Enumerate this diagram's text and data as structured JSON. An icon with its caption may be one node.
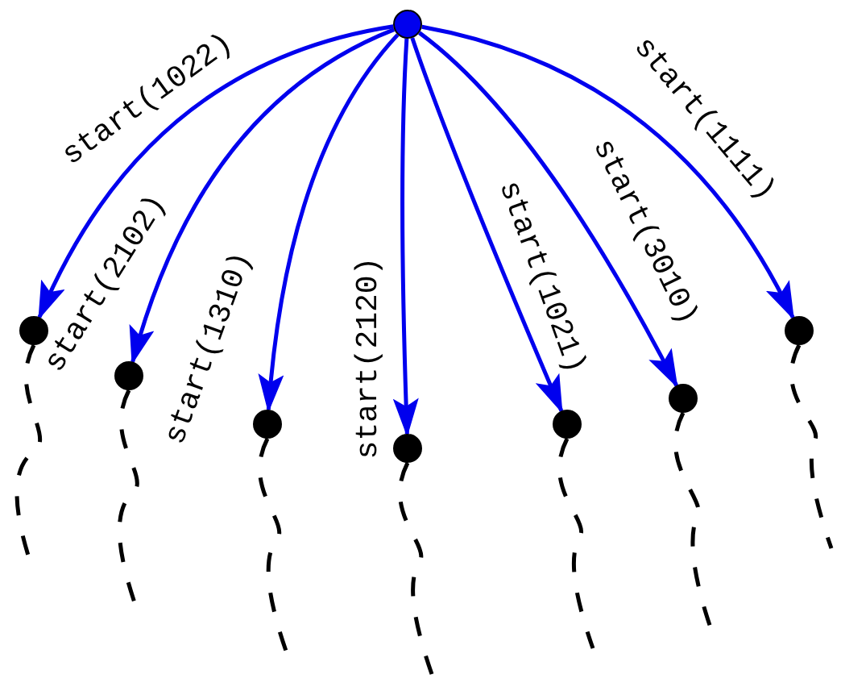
{
  "diagram": {
    "nodes": [
      {
        "text": [],
        "shape": "circle"
      },
      {
        "text": [],
        "shape": "circle"
      },
      {
        "text": [],
        "shape": "circle"
      },
      {
        "text": [],
        "shape": "circle"
      },
      {
        "text": [],
        "shape": "circle"
      },
      {
        "text": [],
        "shape": "circle"
      },
      {
        "text": [],
        "shape": "circle"
      },
      {
        "text": [],
        "shape": "circle"
      }
    ],
    "edges": [
      {
        "from": 0,
        "to": 1,
        "arrow": "to",
        "label": "start(1022)"
      },
      {
        "from": 0,
        "to": 2,
        "arrow": "to",
        "label": "start(2102)"
      },
      {
        "from": 0,
        "to": 3,
        "arrow": "to",
        "label": "start(1310)"
      },
      {
        "from": 0,
        "to": 4,
        "arrow": "to",
        "label": "start(2120)"
      },
      {
        "from": 0,
        "to": 5,
        "arrow": "to",
        "label": "start(1021)"
      },
      {
        "from": 0,
        "to": 6,
        "arrow": "to",
        "label": "start(3010)"
      },
      {
        "from": 0,
        "to": 7,
        "arrow": "to",
        "label": "start(1111)"
      }
    ]
  }
}
